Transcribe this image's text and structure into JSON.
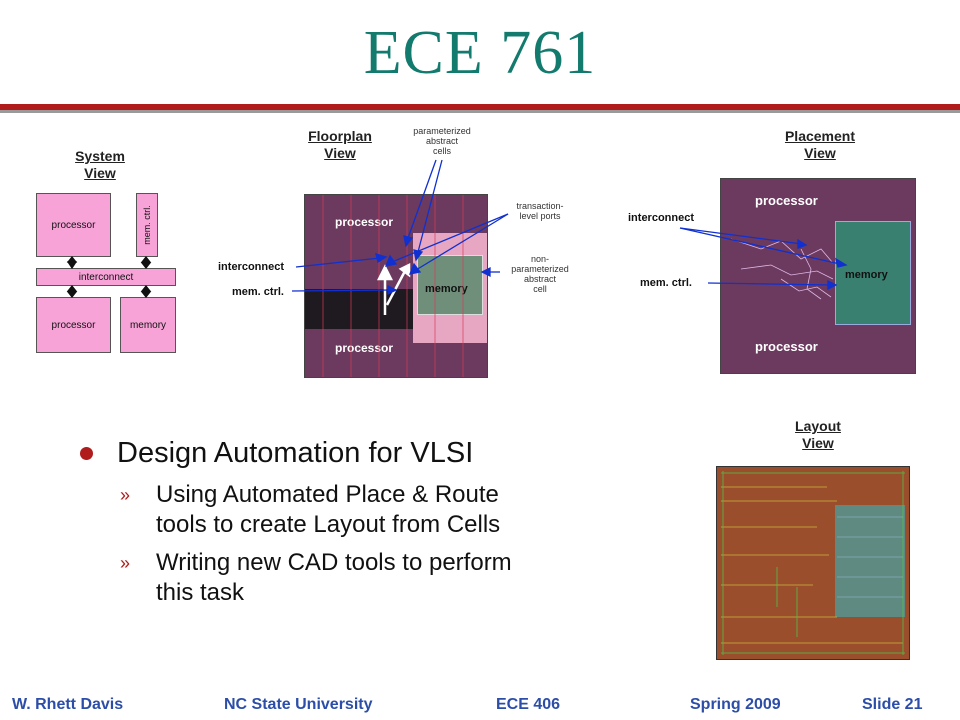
{
  "title": "ECE 761",
  "system_view": {
    "label_line1": "System",
    "label_line2": "View",
    "blocks": {
      "processor_top": "processor",
      "mem_ctrl": "mem. ctrl.",
      "interconnect": "interconnect",
      "processor_bottom": "processor",
      "memory": "memory"
    }
  },
  "floorplan_view": {
    "label_line1": "Floorplan",
    "label_line2": "View",
    "note_param_abstract": [
      "parameterized",
      "abstract",
      "cells"
    ],
    "note_transaction": [
      "transaction-",
      "level ports"
    ],
    "note_nonparam": [
      "non-",
      "parameterized",
      "abstract",
      "cell"
    ],
    "label_interconnect": "interconnect",
    "label_memctrl": "mem. ctrl.",
    "block_processor_top": "processor",
    "block_processor_bottom": "processor",
    "block_memory": "memory"
  },
  "placement_view": {
    "label_line1": "Placement",
    "label_line2": "View",
    "label_interconnect": "interconnect",
    "label_memctrl": "mem. ctrl.",
    "block_processor_top": "processor",
    "block_processor_bottom": "processor",
    "block_memory": "memory"
  },
  "layout_view": {
    "label_line1": "Layout",
    "label_line2": "View"
  },
  "bullets": {
    "main": "Design Automation for VLSI",
    "subs": [
      {
        "marker": "»",
        "line1": "Using Automated Place & Route",
        "line2": "tools to create Layout from Cells"
      },
      {
        "marker": "»",
        "line1": "Writing new CAD tools to perform",
        "line2": "this task"
      }
    ]
  },
  "footer": {
    "author": "W. Rhett Davis",
    "university": "NC State University",
    "course": "ECE 406",
    "term": "Spring 2009",
    "slide": "Slide 21"
  },
  "colors": {
    "title": "#137a6e",
    "rule": "#b01c1c",
    "footer": "#2c4ea8",
    "pink": "#f7a3d8",
    "die": "#6b3a5e",
    "memory_teal": "#3a8070"
  }
}
